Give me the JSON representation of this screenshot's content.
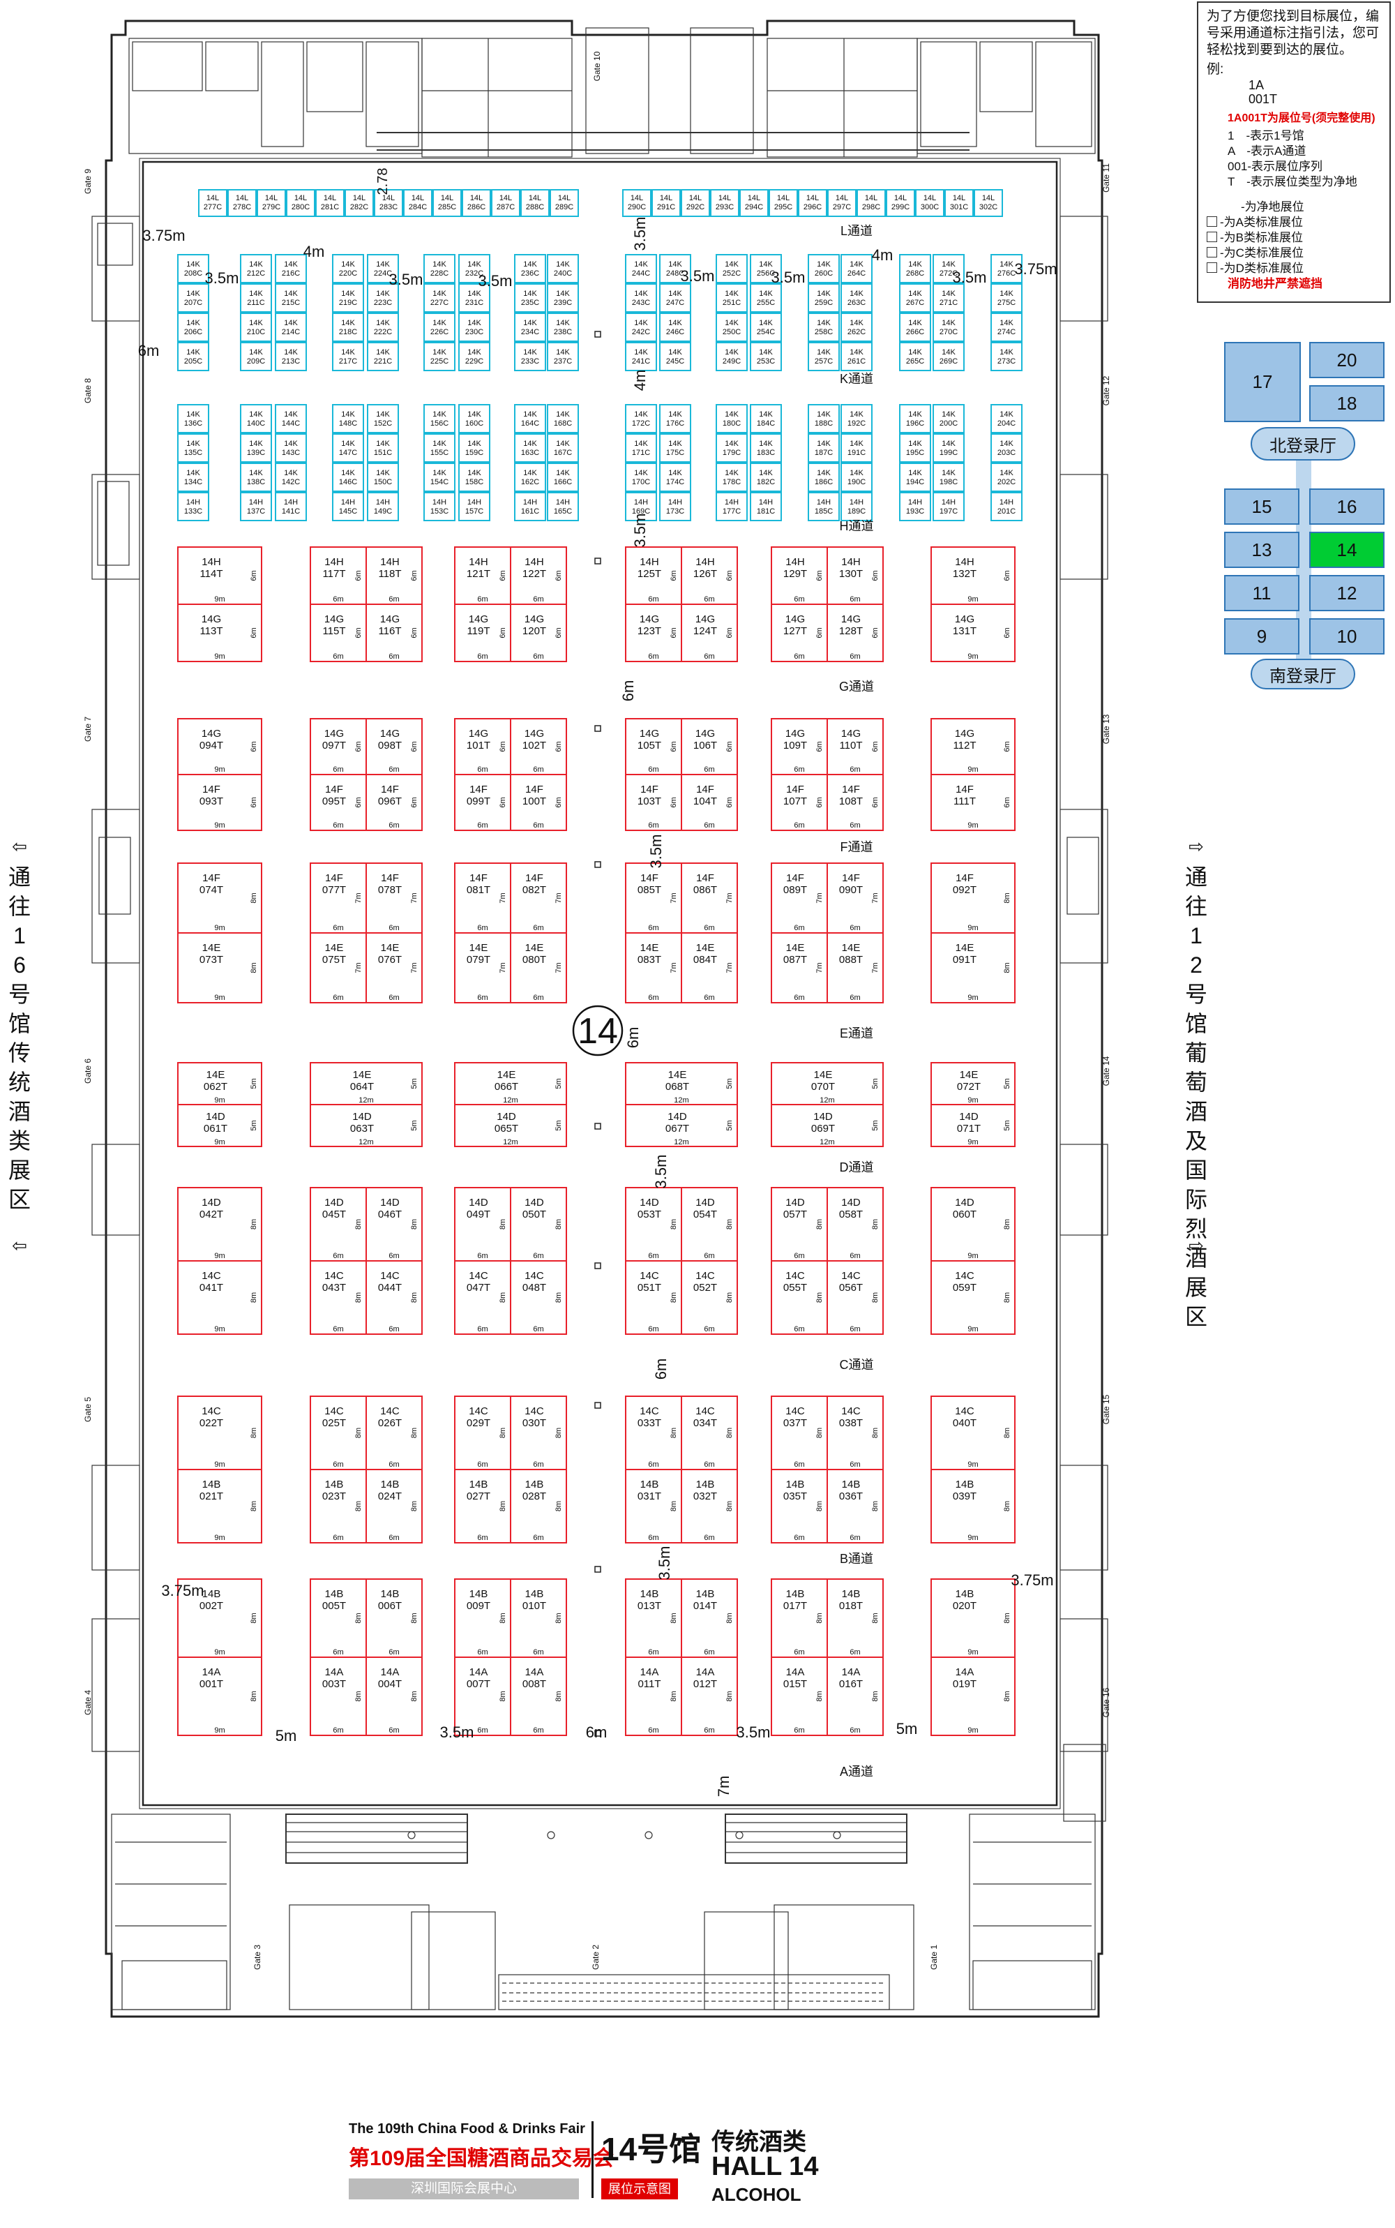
{
  "legend": {
    "intro": "为了方便您找到目标展位，编号采用通道标注指引法，您可轻松找到要到达的展位。",
    "example_label": "例:",
    "example_line1": "1A",
    "example_line2": "001T",
    "red_note": "1A001T为展位号(须完整使用)",
    "items": [
      "1　-表示1号馆",
      "A　-表示A通道",
      "001-表示展位序列",
      "T　-表示展位类型为净地"
    ],
    "types": [
      "-为净地展位",
      "-为A类标准展位",
      "-为B类标准展位",
      "-为C类标准展位",
      "-为D类标准展位"
    ],
    "fire_note": "消防地井严禁遮挡"
  },
  "halls": {
    "boxes": [
      "17",
      "20",
      "18",
      "15",
      "16",
      "13",
      "14",
      "11",
      "12",
      "9",
      "10"
    ],
    "current": "14",
    "north_lobby": "北登录厅",
    "south_lobby": "南登录厅"
  },
  "side_left": "通往16号馆传统酒类展区",
  "side_right": "通往12号馆葡萄酒及国际烈酒展区",
  "hall_circle": "14",
  "gates": {
    "left": [
      "Gate 9",
      "Gate 8",
      "Gate 7",
      "Gate 6",
      "Gate 5",
      "Gate 4"
    ],
    "right": [
      "Gate 11",
      "Gate 12",
      "Gate 13",
      "Gate 14",
      "Gate 15",
      "Gate 16"
    ],
    "top": "Gate 10",
    "bottom": [
      "Gate 3",
      "Gate 2",
      "Gate 1"
    ]
  },
  "aisles": [
    "L通道",
    "K通道",
    "H通道",
    "G通道",
    "F通道",
    "E通道",
    "D通道",
    "C通道",
    "B通道",
    "A通道"
  ],
  "dims": {
    "d375": "3.75m",
    "d35": "3.5m",
    "d4": "4m",
    "d6": "6m",
    "d5": "5m",
    "d7": "7m",
    "d278": "2.78",
    "d9m": "9m",
    "d8m": "8m",
    "d6m": "6m",
    "d7m": "7m",
    "d5m": "5m",
    "d12m": "12m"
  },
  "booths_c": {
    "L_top": [
      "14L\n277C",
      "14L\n278C",
      "14L\n279C",
      "14L\n280C",
      "14L\n281C",
      "14L\n282C",
      "14L\n283C",
      "14L\n284C",
      "14L\n285C",
      "14L\n286C",
      "14L\n287C",
      "14L\n288C",
      "14L\n289C",
      "14L\n290C",
      "14L\n291C",
      "14L\n292C",
      "14L\n293C",
      "14L\n294C",
      "14L\n295C",
      "14L\n296C",
      "14L\n297C",
      "14L\n298C",
      "14L\n299C",
      "14L\n300C",
      "14L\n301C",
      "14L\n302C"
    ],
    "K_upper": [
      [
        "14K\n208C",
        "14K\n207C",
        "14K\n206C",
        "14K\n205C"
      ],
      [
        "14K\n212C",
        "14K\n211C",
        "14K\n210C",
        "14K\n209C"
      ],
      [
        "14K\n216C",
        "14K\n215C",
        "14K\n214C",
        "14K\n213C"
      ],
      [
        "14K\n220C",
        "14K\n219C",
        "14K\n218C",
        "14K\n217C"
      ],
      [
        "14K\n224C",
        "14K\n223C",
        "14K\n222C",
        "14K\n221C"
      ],
      [
        "14K\n228C",
        "14K\n227C",
        "14K\n226C",
        "14K\n225C"
      ],
      [
        "14K\n232C",
        "14K\n231C",
        "14K\n230C",
        "14K\n229C"
      ],
      [
        "14K\n236C",
        "14K\n235C",
        "14K\n234C",
        "14K\n233C"
      ],
      [
        "14K\n240C",
        "14K\n239C",
        "14K\n238C",
        "14K\n237C"
      ],
      [
        "14K\n244C",
        "14K\n243C",
        "14K\n242C",
        "14K\n241C"
      ],
      [
        "14K\n248C",
        "14K\n247C",
        "14K\n246C",
        "14K\n245C"
      ],
      [
        "14K\n252C",
        "14K\n251C",
        "14K\n250C",
        "14K\n249C"
      ],
      [
        "14K\n256C",
        "14K\n255C",
        "14K\n254C",
        "14K\n253C"
      ],
      [
        "14K\n260C",
        "14K\n259C",
        "14K\n258C",
        "14K\n257C"
      ],
      [
        "14K\n264C",
        "14K\n263C",
        "14K\n262C",
        "14K\n261C"
      ],
      [
        "14K\n268C",
        "14K\n267C",
        "14K\n266C",
        "14K\n265C"
      ],
      [
        "14K\n272C",
        "14K\n271C",
        "14K\n270C",
        "14K\n269C"
      ],
      [
        "14K\n276C",
        "14K\n275C",
        "14K\n274C",
        "14K\n273C"
      ]
    ],
    "H_upper": [
      [
        "14K\n136C",
        "14K\n135C",
        "14K\n134C",
        "14H\n133C"
      ],
      [
        "14K\n140C",
        "14K\n139C",
        "14K\n138C",
        "14H\n137C"
      ],
      [
        "14K\n144C",
        "14K\n143C",
        "14K\n142C",
        "14H\n141C"
      ],
      [
        "14K\n148C",
        "14K\n147C",
        "14K\n146C",
        "14H\n145C"
      ],
      [
        "14K\n152C",
        "14K\n151C",
        "14K\n150C",
        "14H\n149C"
      ],
      [
        "14K\n156C",
        "14K\n155C",
        "14K\n154C",
        "14H\n153C"
      ],
      [
        "14K\n160C",
        "14K\n159C",
        "14K\n158C",
        "14H\n157C"
      ],
      [
        "14K\n164C",
        "14K\n163C",
        "14K\n162C",
        "14H\n161C"
      ],
      [
        "14K\n168C",
        "14K\n167C",
        "14K\n166C",
        "14H\n165C"
      ],
      [
        "14K\n172C",
        "14K\n171C",
        "14K\n170C",
        "14H\n169C"
      ],
      [
        "14K\n176C",
        "14K\n175C",
        "14K\n174C",
        "14H\n173C"
      ],
      [
        "14K\n180C",
        "14K\n179C",
        "14K\n178C",
        "14H\n177C"
      ],
      [
        "14K\n184C",
        "14K\n183C",
        "14K\n182C",
        "14H\n181C"
      ],
      [
        "14K\n188C",
        "14K\n187C",
        "14K\n186C",
        "14H\n185C"
      ],
      [
        "14K\n192C",
        "14K\n191C",
        "14K\n190C",
        "14H\n189C"
      ],
      [
        "14K\n196C",
        "14K\n195C",
        "14K\n194C",
        "14H\n193C"
      ],
      [
        "14K\n200C",
        "14K\n199C",
        "14K\n198C",
        "14H\n197C"
      ],
      [
        "14K\n204C",
        "14K\n203C",
        "14K\n202C",
        "14H\n201C"
      ]
    ]
  },
  "booths_t": {
    "HG": {
      "top": [
        "14H\n114T",
        "14H\n117T",
        "14H\n118T",
        "14H\n121T",
        "14H\n122T",
        "14H\n125T",
        "14H\n126T",
        "14H\n129T",
        "14H\n130T",
        "14H\n132T"
      ],
      "bot": [
        "14G\n113T",
        "14G\n115T",
        "14G\n116T",
        "14G\n119T",
        "14G\n120T",
        "14G\n123T",
        "14G\n124T",
        "14G\n127T",
        "14G\n128T",
        "14G\n131T"
      ]
    },
    "GF": {
      "top": [
        "14G\n094T",
        "14G\n097T",
        "14G\n098T",
        "14G\n101T",
        "14G\n102T",
        "14G\n105T",
        "14G\n106T",
        "14G\n109T",
        "14G\n110T",
        "14G\n112T"
      ],
      "bot": [
        "14F\n093T",
        "14F\n095T",
        "14F\n096T",
        "14F\n099T",
        "14F\n100T",
        "14F\n103T",
        "14F\n104T",
        "14F\n107T",
        "14F\n108T",
        "14F\n111T"
      ]
    },
    "FE": {
      "top": [
        "14F\n074T",
        "14F\n077T",
        "14F\n078T",
        "14F\n081T",
        "14F\n082T",
        "14F\n085T",
        "14F\n086T",
        "14F\n089T",
        "14F\n090T",
        "14F\n092T"
      ],
      "bot": [
        "14E\n073T",
        "14E\n075T",
        "14E\n076T",
        "14E\n079T",
        "14E\n080T",
        "14E\n083T",
        "14E\n084T",
        "14E\n087T",
        "14E\n088T",
        "14E\n091T"
      ]
    },
    "ED": {
      "top": [
        "14E\n062T",
        "14E\n064T",
        "14E\n066T",
        "14E\n068T",
        "14E\n070T",
        "14E\n072T"
      ],
      "bot": [
        "14D\n061T",
        "14D\n063T",
        "14D\n065T",
        "14D\n067T",
        "14D\n069T",
        "14D\n071T"
      ]
    },
    "DC": {
      "top": [
        "14D\n042T",
        "14D\n045T",
        "14D\n046T",
        "14D\n049T",
        "14D\n050T",
        "14D\n053T",
        "14D\n054T",
        "14D\n057T",
        "14D\n058T",
        "14D\n060T"
      ],
      "bot": [
        "14C\n041T",
        "14C\n043T",
        "14C\n044T",
        "14C\n047T",
        "14C\n048T",
        "14C\n051T",
        "14C\n052T",
        "14C\n055T",
        "14C\n056T",
        "14C\n059T"
      ]
    },
    "CB": {
      "top": [
        "14C\n022T",
        "14C\n025T",
        "14C\n026T",
        "14C\n029T",
        "14C\n030T",
        "14C\n033T",
        "14C\n034T",
        "14C\n037T",
        "14C\n038T",
        "14C\n040T"
      ],
      "bot": [
        "14B\n021T",
        "14B\n023T",
        "14B\n024T",
        "14B\n027T",
        "14B\n028T",
        "14B\n031T",
        "14B\n032T",
        "14B\n035T",
        "14B\n036T",
        "14B\n039T"
      ]
    },
    "BA": {
      "top": [
        "14B\n002T",
        "14B\n005T",
        "14B\n006T",
        "14B\n009T",
        "14B\n010T",
        "14B\n013T",
        "14B\n014T",
        "14B\n017T",
        "14B\n018T",
        "14B\n020T"
      ],
      "bot": [
        "14A\n001T",
        "14A\n003T",
        "14A\n004T",
        "14A\n007T",
        "14A\n008T",
        "14A\n011T",
        "14A\n012T",
        "14A\n015T",
        "14A\n016T",
        "14A\n019T"
      ]
    }
  },
  "title": {
    "fair_en": "The 109th China Food & Drinks Fair",
    "fair_cn": "第109届全国糖酒商品交易会",
    "venue": "深圳国际会展中心",
    "hall_cn": "14号馆",
    "badge": "展位示意图",
    "category": "传统酒类",
    "hall_en": "HALL 14",
    "alcohol": "ALCOHOL"
  },
  "colors": {
    "booth_t": "#e8202a",
    "booth_c": "#19b8d8",
    "current_hall": "#00cc33",
    "hall_box": "#9dc3e6"
  }
}
